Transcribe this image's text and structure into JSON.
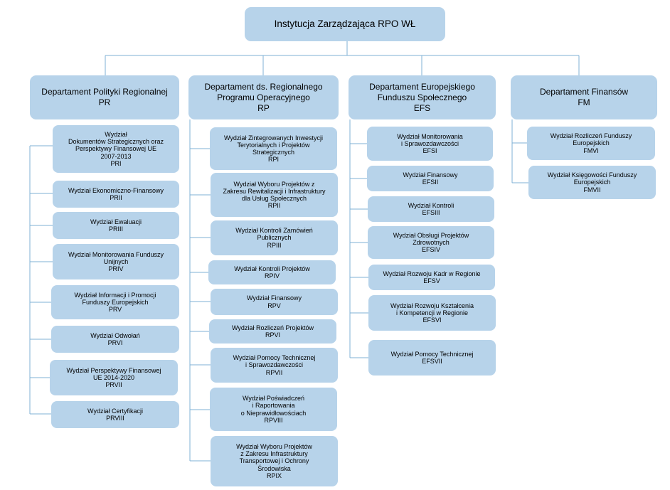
{
  "colors": {
    "box_fill": "#b7d3ea",
    "connector": "#7fb2d6",
    "background": "#ffffff"
  },
  "root": {
    "label": "Instytucja Zarządzająca RPO WŁ"
  },
  "departments": [
    {
      "label": "Departament Polityki Regionalnej\nPR",
      "units": [
        "Wydział\nDokumentów Strategicznych oraz\nPerspektywy Finansowej UE\n2007-2013\nPRI",
        "Wydział Ekonomiczno-Finansowy\nPRII",
        "Wydział Ewaluacji\nPRIII",
        "Wydział Monitorowania Funduszy\nUnijnych\nPRIV",
        "Wydział Informacji i Promocji\nFunduszy Europejskich\nPRV",
        "Wydział Odwołań\nPRVI",
        "Wydział Perspektywy Finansowej\nUE 2014-2020\nPRVII",
        "Wydział Certyfikacji\nPRVIII"
      ]
    },
    {
      "label": "Departament ds. Regionalnego\nProgramu Operacyjnego\nRP",
      "units": [
        "Wydział Zintegrowanych Inwestycji\nTerytorialnych i Projektów\nStrategicznych\nRPI",
        "Wydział Wyboru Projektów z\nZakresu Rewitalizacji i Infrastruktury\ndla Usług Społecznych\nRPII",
        "Wydział Kontroli Zamówień\nPublicznych\nRPIII",
        "Wydział Kontroli Projektów\nRPIV",
        "Wydział Finansowy\nRPV",
        "Wydział Rozliczeń Projektów\nRPVI",
        "Wydział Pomocy Technicznej\ni Sprawozdawczości\nRPVII",
        "Wydział Poświadczeń\ni Raportowania\no Nieprawidłowościach\nRPVIII",
        "Wydział Wyboru Projektów\nz Zakresu Infrastruktury\nTransportowej i Ochrony\nŚrodowiska\nRPIX"
      ]
    },
    {
      "label": "Departament Europejskiego\nFunduszu Społecznego\nEFS",
      "units": [
        "Wydział Monitorowania\ni Sprawozdawczości\nEFSI",
        "Wydział Finansowy\nEFSII",
        "Wydział Kontroli\nEFSIII",
        "Wydział Obsługi Projektów\nZdrowotnych\nEFSIV",
        "Wydział Rozwoju Kadr w Regionie\nEFSV",
        "Wydział Rozwoju Kształcenia\ni Kompetencji w Regionie\nEFSVI",
        "Wydział Pomocy Technicznej\nEFSVII"
      ]
    },
    {
      "label": "Departament Finansów\nFM",
      "units": [
        "Wydział Rozliczeń Funduszy\nEuropejskich\nFMVI",
        "Wydział Księgowości Funduszy\nEuropejskich\nFMVII"
      ]
    }
  ]
}
